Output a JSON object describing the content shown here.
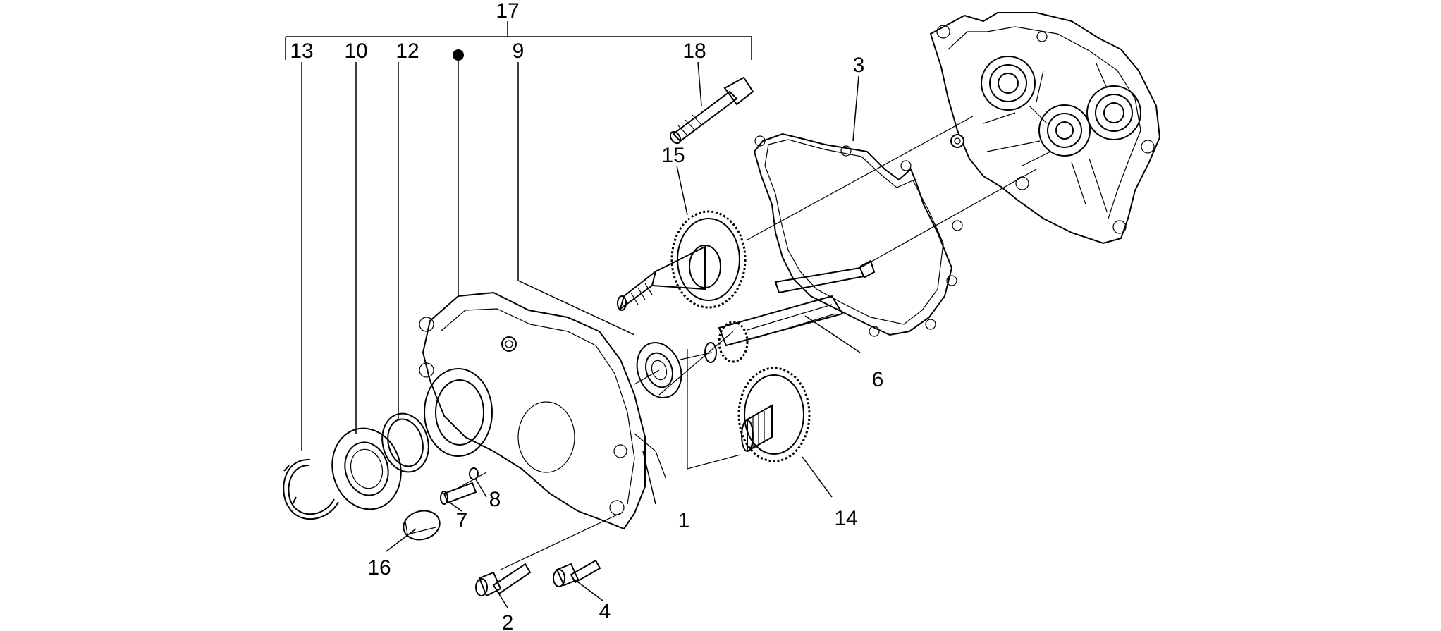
{
  "callouts": {
    "c1": "1",
    "c2": "2",
    "c3": "3",
    "c4": "4",
    "c6": "6",
    "c7": "7",
    "c8": "8",
    "c9": "9",
    "c10": "10",
    "c12": "12",
    "c13": "13",
    "c14": "14",
    "c15": "15",
    "c16": "16",
    "c17": "17",
    "c18": "18"
  }
}
